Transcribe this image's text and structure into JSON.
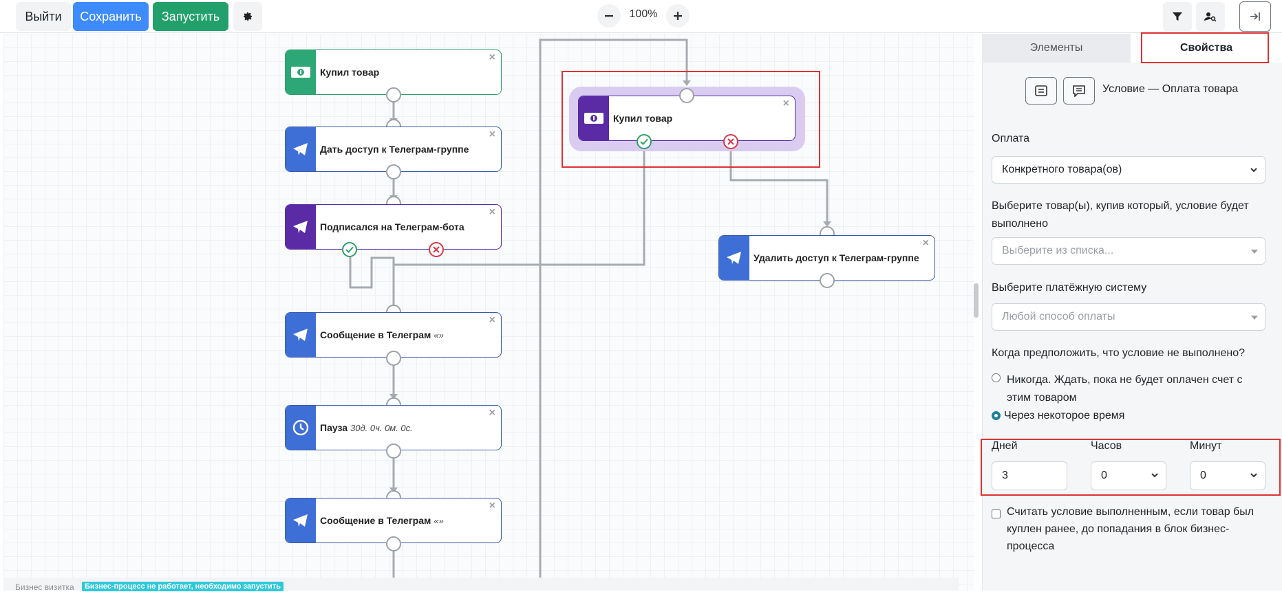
{
  "toolbar": {
    "exit_label": "Выйти",
    "save_label": "Сохранить",
    "run_label": "Запустить",
    "zoom_label": "100%",
    "zoom_out_icon": "minus-icon",
    "zoom_in_icon": "plus-icon",
    "colors": {
      "save": "#3d8bfd",
      "run": "#22a06b"
    }
  },
  "canvas": {
    "nodes": [
      {
        "title": "Купил товар",
        "subtitle": "",
        "icon": "money-icon",
        "color": "#2ea776"
      },
      {
        "title": "Дать доступ к Телеграм-группе",
        "subtitle": "",
        "icon": "telegram-icon",
        "color": "#3e6fd6"
      },
      {
        "title": "Подписался на Телеграм-бота",
        "subtitle": "",
        "icon": "telegram-icon",
        "color": "#5b2ba6"
      },
      {
        "title": "Сообщение в Телеграм",
        "subtitle": "«»",
        "icon": "telegram-icon",
        "color": "#3e6fd6"
      },
      {
        "title": "Пауза",
        "subtitle": "30д. 0ч. 0м. 0с.",
        "icon": "clock-icon",
        "color": "#3e6fd6"
      },
      {
        "title": "Сообщение в Телеграм",
        "subtitle": "«»",
        "icon": "telegram-icon",
        "color": "#3e6fd6"
      },
      {
        "title": "Купил товар",
        "subtitle": "",
        "icon": "money-icon",
        "color": "#5b2ba6"
      },
      {
        "title": "Удалить доступ к Телеграм-группе",
        "subtitle": "",
        "icon": "telegram-icon",
        "color": "#3e6fd6"
      }
    ],
    "close_glyph": "×"
  },
  "footer": {
    "label": "Бизнес визитка",
    "badge": "Бизнес-процесс не работает, необходимо запустить"
  },
  "panel": {
    "tabs": [
      {
        "label": "Элементы"
      },
      {
        "label": "Свойства"
      }
    ],
    "header_title": "Условие — Оплата товара",
    "payment_label": "Оплата",
    "payment_value": "Конкретного товара(ов)",
    "product_label": "Выберите товар(ы), купив который, условие будет выполнено",
    "product_placeholder": "Выберите из списка...",
    "system_label": "Выберите платёжную систему",
    "system_placeholder": "Любой способ оплаты",
    "when_label": "Когда предположить, что условие не выполнено?",
    "radio_never": "Никогда. Ждать, пока не будет оплачен счет с этим товаром",
    "radio_time": "Через некоторое время",
    "days_label": "Дней",
    "hours_label": "Часов",
    "minutes_label": "Минут",
    "days_value": "3",
    "hours_value": "0",
    "minutes_value": "0",
    "checkbox_label": "Считать условие выполненным, если товар был куплен ранее, до попадания в блок бизнес-процесса"
  }
}
